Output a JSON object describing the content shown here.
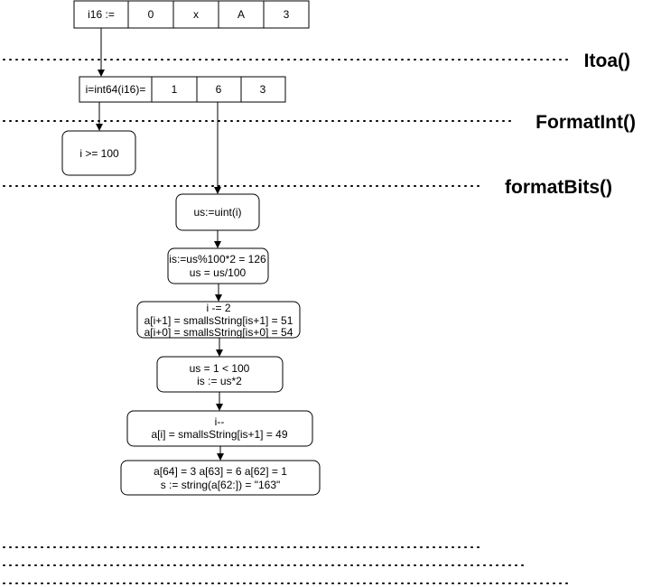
{
  "sections": {
    "itoa": "Itoa()",
    "formatint": "FormatInt()",
    "formatbits": "formatBits()"
  },
  "row1": [
    "i16 :=",
    "0",
    "x",
    "A",
    "3"
  ],
  "row2": [
    "i=int64(i16)=",
    "1",
    "6",
    "3"
  ],
  "check_box": "i >= 100",
  "steps": {
    "uint": [
      "us:=uint(i)"
    ],
    "mod": [
      "is:=us%100*2 = 126",
      "us = us/100"
    ],
    "assign": [
      "i -= 2",
      "a[i+1] = smallsString[is+1] = 51",
      "a[i+0] = smallsString[is+0] = 54"
    ],
    "cond": [
      "us = 1 < 100",
      "is := us*2"
    ],
    "dec": [
      "i--",
      "a[i] = smallsString[is+1]  = 49"
    ],
    "result": [
      "a[64] = 3  a[63] = 6 a[62] = 1",
      "s := string(a[62:]) = \"163\""
    ]
  },
  "colors": {
    "stroke": "#000000",
    "fill": "#ffffff",
    "text": "#000000"
  }
}
